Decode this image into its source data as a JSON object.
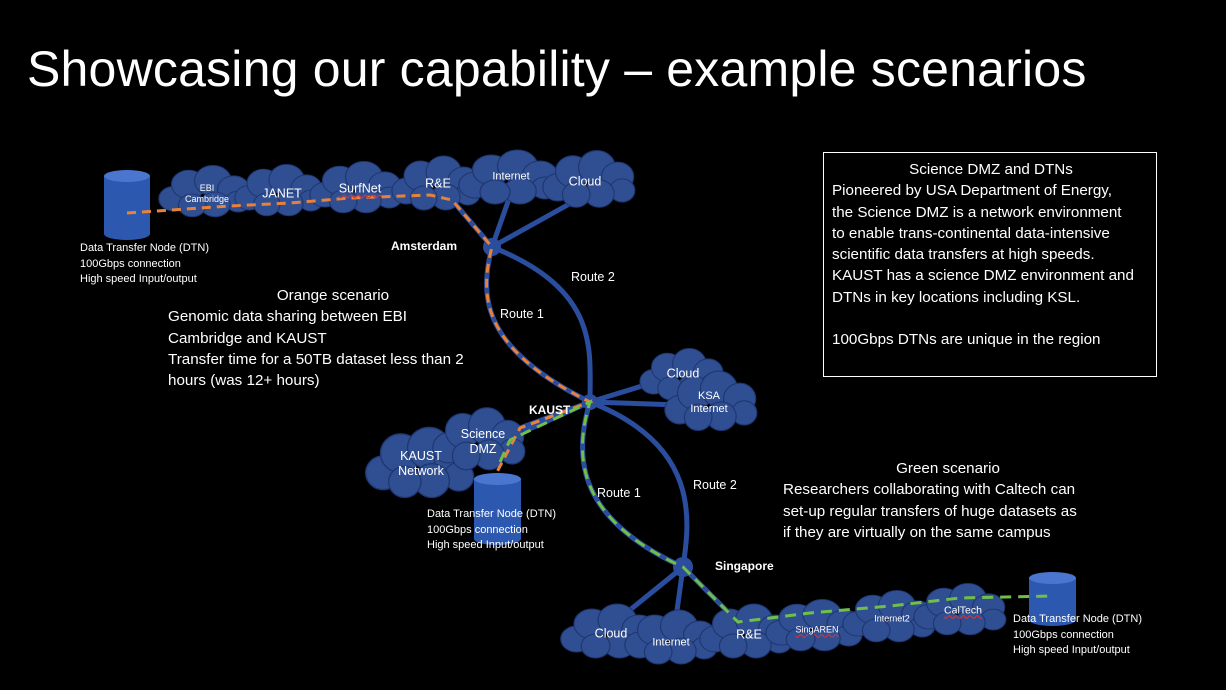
{
  "title": "Showcasing our capability – example scenarios",
  "info_box": {
    "title": "Science DMZ and DTNs",
    "lines": [
      "Pioneered by USA Department of Energy,",
      "the Science DMZ is a network environment",
      "to enable trans-continental data-intensive",
      "scientific data transfers at high speeds.",
      "KAUST has a science DMZ environment and",
      "DTNs in key locations including KSL."
    ],
    "note": "100Gbps DTNs are unique in the region"
  },
  "orange_scenario": {
    "title": "Orange scenario",
    "lines": [
      "Genomic data sharing between EBI",
      "Cambridge and KAUST",
      "Transfer time for a 50TB dataset less than 2",
      "hours (was 12+ hours)"
    ]
  },
  "green_scenario": {
    "title": "Green scenario",
    "lines": [
      "Researchers collaborating with Caltech can",
      "set-up regular transfers of huge datasets as",
      "if they are virtually on the same campus"
    ]
  },
  "dtn": {
    "line1": "Data Transfer Node (DTN)",
    "line2": "100Gbps connection",
    "line3": "High speed Input/output"
  },
  "nodes": {
    "amsterdam": "Amsterdam",
    "kaust": "KAUST",
    "singapore": "Singapore"
  },
  "routes": {
    "route1": "Route 1",
    "route2": "Route 2"
  },
  "clouds": {
    "ebi_1": "EBI",
    "ebi_2": "Cambridge",
    "janet": "JANET",
    "surfnet": "SurfNet",
    "re_top": "R&E",
    "internet_top": "Internet",
    "cloud_top": "Cloud",
    "cloud_mid": "Cloud",
    "ksa_1": "KSA",
    "ksa_2": "Internet",
    "dmz_1": "Science",
    "dmz_2": "DMZ",
    "kaustnet_1": "KAUST",
    "kaustnet_2": "Network",
    "cloud_bottom": "Cloud",
    "internet_bottom": "Internet",
    "re_bottom": "R&E",
    "singaren": "SingAREN",
    "internet2": "Internet2",
    "caltech": "CalTech"
  },
  "colors": {
    "background": "#000000",
    "cloud_fill": "#2f4f92",
    "cloud_stroke": "#1f3670",
    "link": "#2b4d9e",
    "orange_path": "#e8823a",
    "green_path": "#6fbf4a",
    "cylinder": "#2d58b0"
  }
}
